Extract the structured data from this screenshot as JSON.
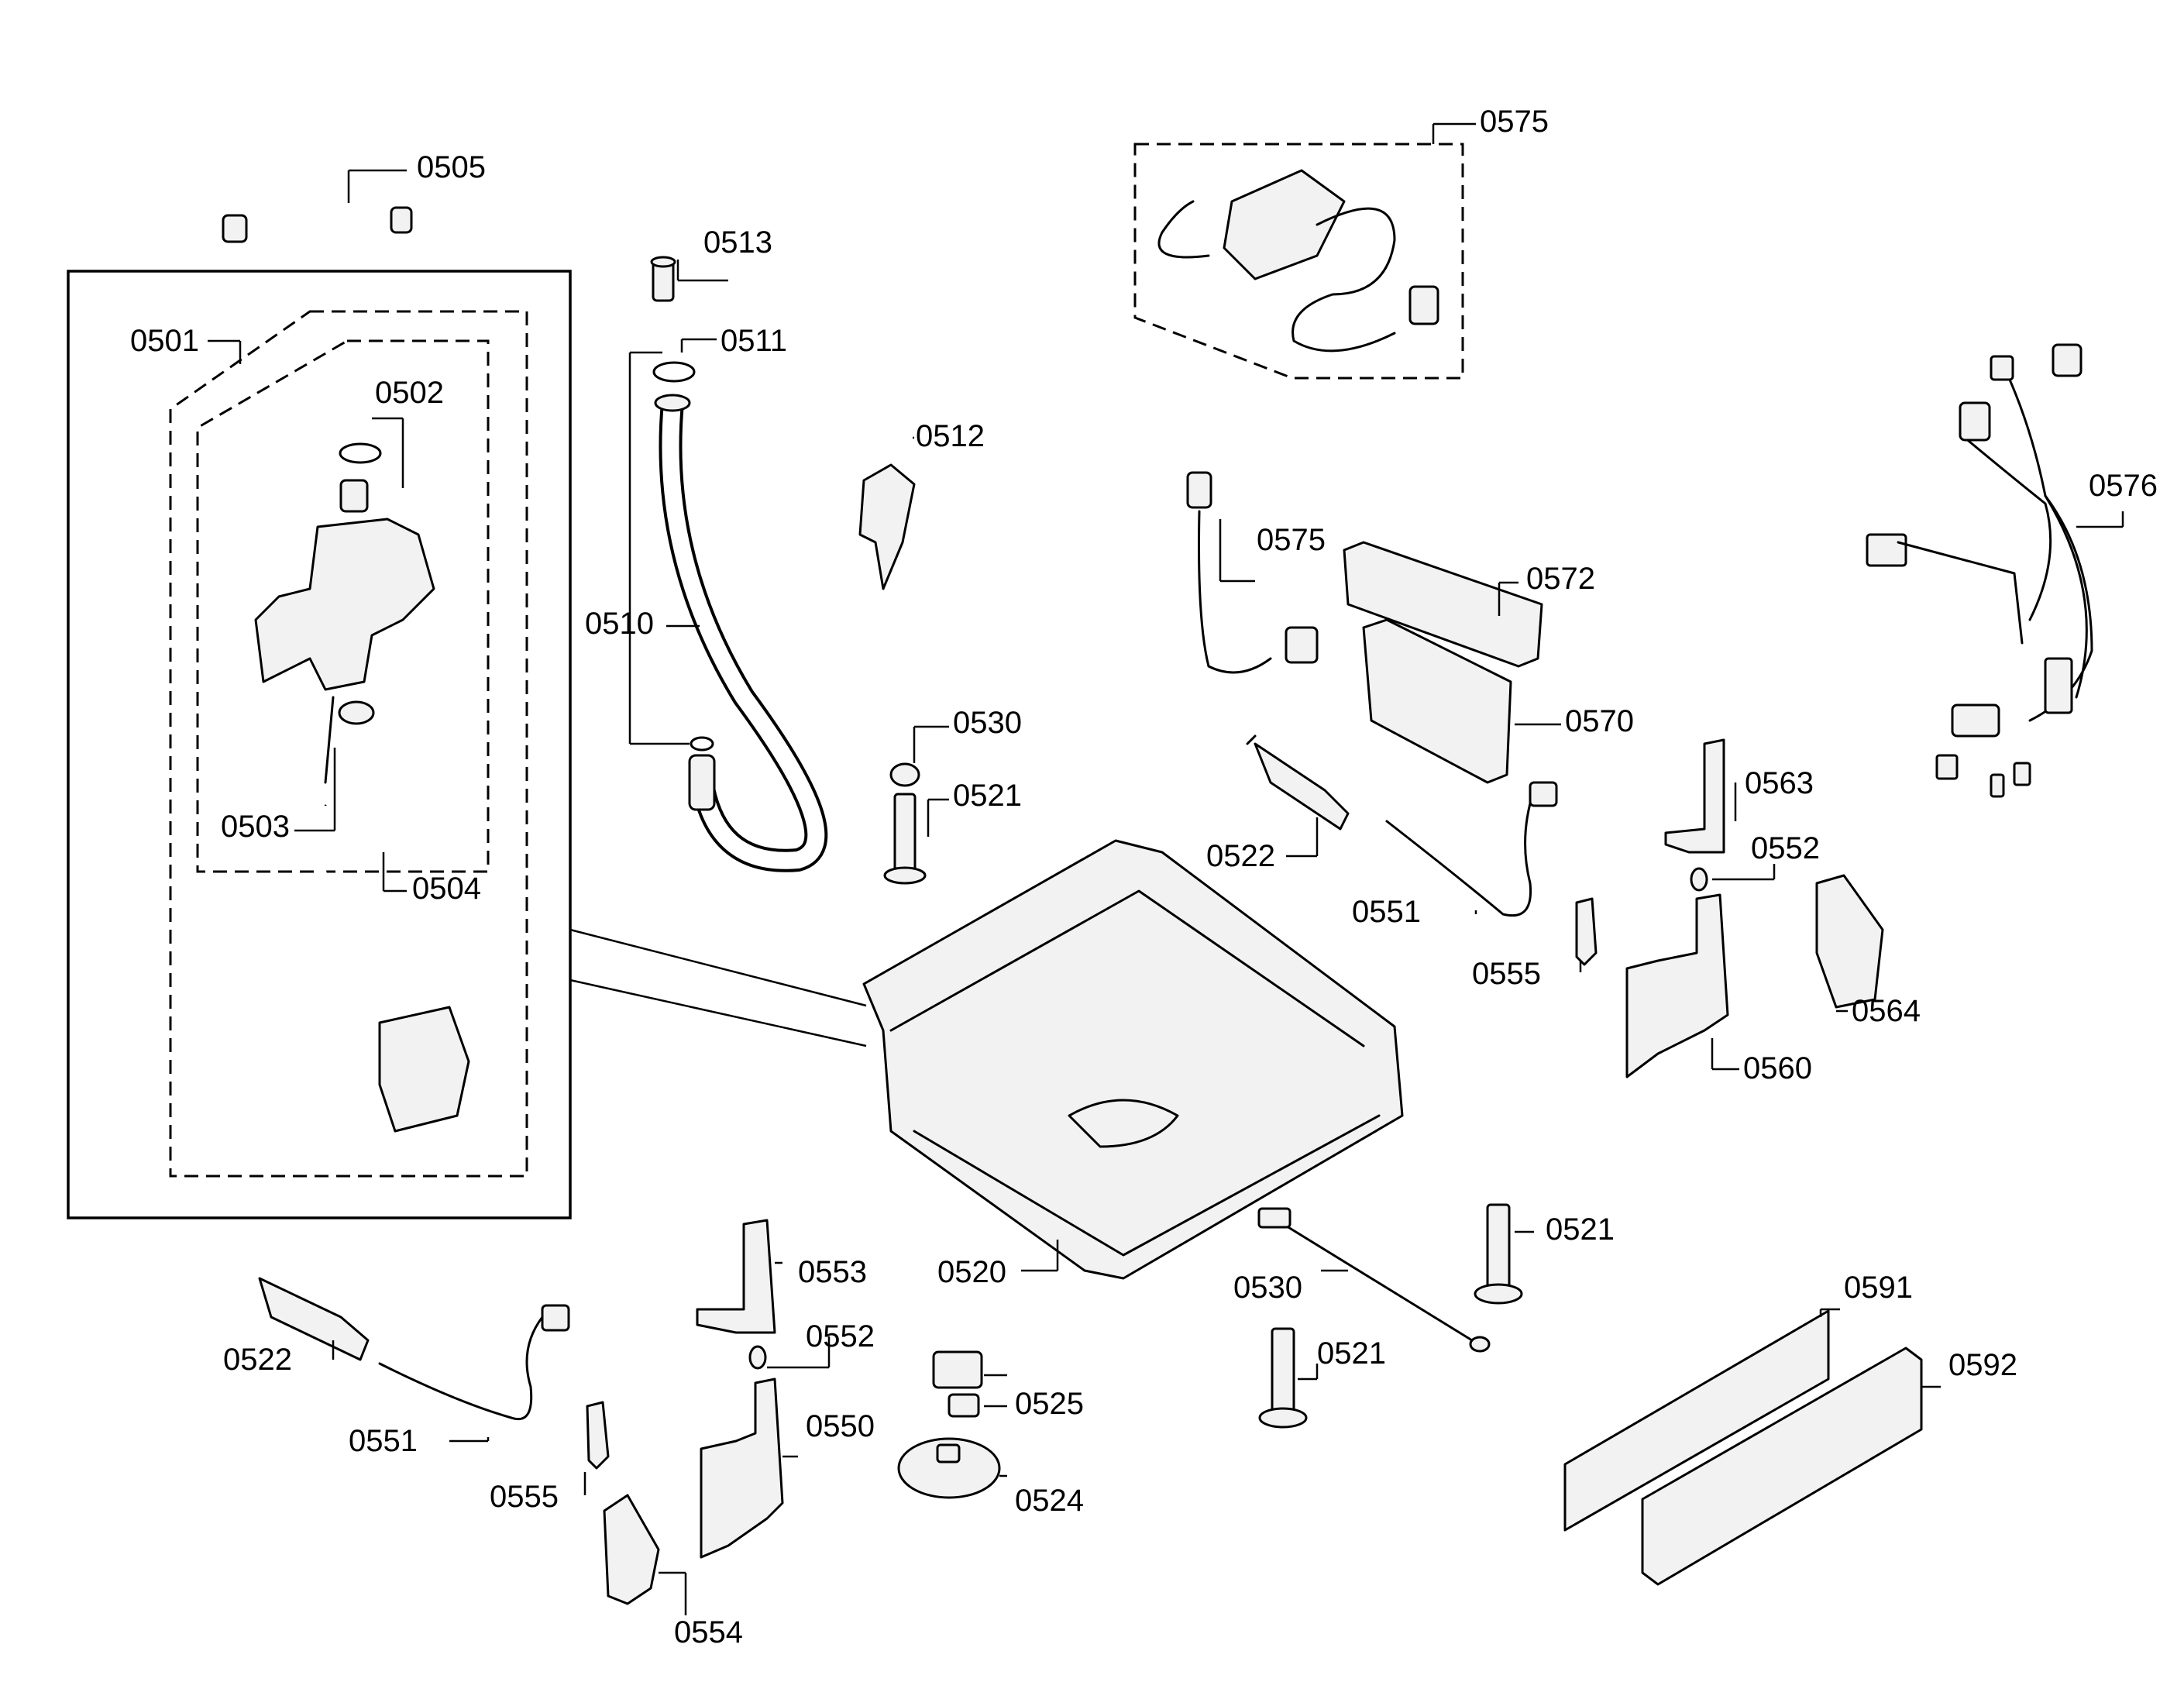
{
  "diagram": {
    "callouts": [
      {
        "id": "0505",
        "text": "0505"
      },
      {
        "id": "0513",
        "text": "0513"
      },
      {
        "id": "0511",
        "text": "0511"
      },
      {
        "id": "0501",
        "text": "0501"
      },
      {
        "id": "0502",
        "text": "0502"
      },
      {
        "id": "0503",
        "text": "0503"
      },
      {
        "id": "0504",
        "text": "0504"
      },
      {
        "id": "0510",
        "text": "0510"
      },
      {
        "id": "0512",
        "text": "0512"
      },
      {
        "id": "0530a",
        "text": "0530"
      },
      {
        "id": "0521a",
        "text": "0521"
      },
      {
        "id": "0575a",
        "text": "0575"
      },
      {
        "id": "0575b",
        "text": "0575"
      },
      {
        "id": "0572",
        "text": "0572"
      },
      {
        "id": "0570",
        "text": "0570"
      },
      {
        "id": "0576",
        "text": "0576"
      },
      {
        "id": "0522a",
        "text": "0522"
      },
      {
        "id": "0551a",
        "text": "0551"
      },
      {
        "id": "0563",
        "text": "0563"
      },
      {
        "id": "0552a",
        "text": "0552"
      },
      {
        "id": "0555a",
        "text": "0555"
      },
      {
        "id": "0564",
        "text": "0564"
      },
      {
        "id": "0560",
        "text": "0560"
      },
      {
        "id": "0553",
        "text": "0553"
      },
      {
        "id": "0552b",
        "text": "0552"
      },
      {
        "id": "0522b",
        "text": "0522"
      },
      {
        "id": "0551b",
        "text": "0551"
      },
      {
        "id": "0550",
        "text": "0550"
      },
      {
        "id": "0555b",
        "text": "0555"
      },
      {
        "id": "0554",
        "text": "0554"
      },
      {
        "id": "0520",
        "text": "0520"
      },
      {
        "id": "0530b",
        "text": "0530"
      },
      {
        "id": "0521b",
        "text": "0521"
      },
      {
        "id": "0521c",
        "text": "0521"
      },
      {
        "id": "0525",
        "text": "0525"
      },
      {
        "id": "0524",
        "text": "0524"
      },
      {
        "id": "0591",
        "text": "0591"
      },
      {
        "id": "0592",
        "text": "0592"
      }
    ]
  }
}
